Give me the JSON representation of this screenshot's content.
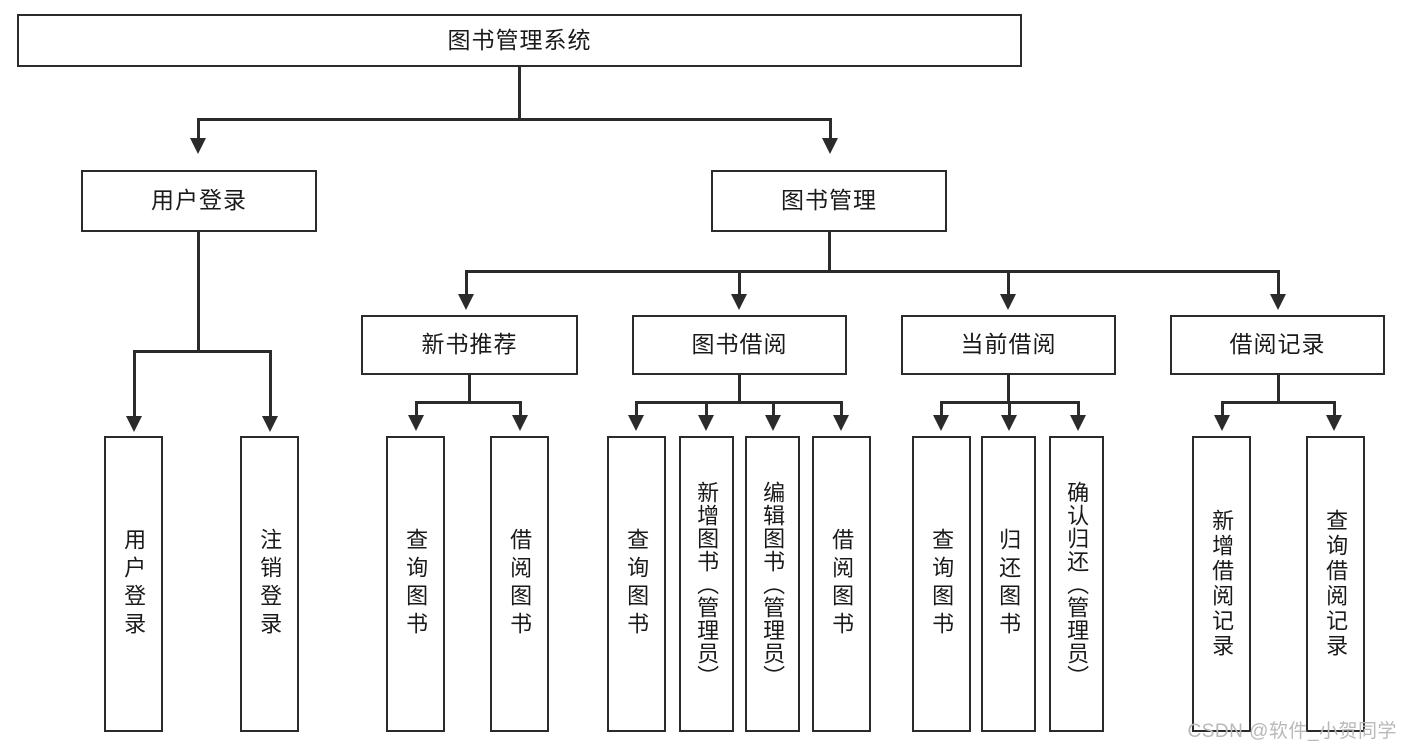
{
  "diagram": {
    "title": "图书管理系统",
    "type": "tree",
    "watermark": "CSDN @软件_小贺同学",
    "colors": {
      "stroke": "#2b2b2b",
      "background": "#ffffff",
      "text": "#1a1a1a",
      "watermark": "#b9b9b9"
    },
    "root": {
      "label": "图书管理系统"
    },
    "level2": [
      {
        "id": "user-login",
        "label": "用户登录"
      },
      {
        "id": "book-manage",
        "label": "图书管理"
      }
    ],
    "level3": [
      {
        "id": "new-book-rec",
        "label": "新书推荐"
      },
      {
        "id": "book-borrow",
        "label": "图书借阅"
      },
      {
        "id": "current-borrow",
        "label": "当前借阅"
      },
      {
        "id": "borrow-record",
        "label": "借阅记录"
      }
    ],
    "leaves": {
      "user_login": [
        {
          "id": "leaf-user-login",
          "label": "用户登录"
        },
        {
          "id": "leaf-logout-login",
          "label": "注销登录"
        }
      ],
      "new_book_rec": [
        {
          "id": "leaf-query-book-1",
          "label": "查询图书"
        },
        {
          "id": "leaf-borrow-book-1",
          "label": "借阅图书"
        }
      ],
      "book_borrow": [
        {
          "id": "leaf-query-book-2",
          "label": "查询图书"
        },
        {
          "id": "leaf-add-book",
          "label": "新增图书（管理员）"
        },
        {
          "id": "leaf-edit-book",
          "label": "编辑图书（管理员）"
        },
        {
          "id": "leaf-borrow-book-2",
          "label": "借阅图书"
        }
      ],
      "current_borrow": [
        {
          "id": "leaf-query-book-3",
          "label": "查询图书"
        },
        {
          "id": "leaf-return-book",
          "label": "归还图书"
        },
        {
          "id": "leaf-confirm-return",
          "label": "确认归还（管理员）"
        }
      ],
      "borrow_record": [
        {
          "id": "leaf-add-record",
          "label": "新增借阅记录"
        },
        {
          "id": "leaf-query-record",
          "label": "查询借阅记录"
        }
      ]
    }
  }
}
